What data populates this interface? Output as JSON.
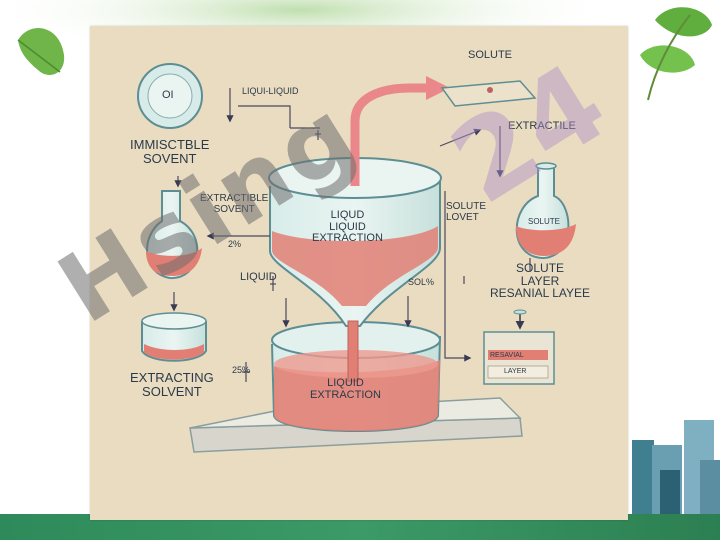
{
  "diagram": {
    "oil_flask_label": "OI",
    "liquid_liquid_top": "LIQUI-LIQUID",
    "solute_top": "SOLUTE",
    "extractile": "EXTRACTILE",
    "immiscible_solvent": "IMMISCTBLE\nSOVENT",
    "extractible_solvent": "EXTRACTIBLE\nSOVENT",
    "funnel_label": "LIQUD\nLIQUID\nEXTRACTION",
    "solute_lovet": "SOLUTE\nLOVET",
    "solute_flask": "SOLUTE",
    "solute_layer": "SOLUTE\nLAYER\nRESANIAL LAYEE",
    "percent_left": "2%",
    "liquid_label": "LIQUID",
    "sol_percent": "SOL%",
    "resavial": "RESAVIAL",
    "layer_small": "LAYER",
    "percent_mid": "25%",
    "extracting_solvent": "EXTRACTING\nSOLVENT",
    "beaker_label": "LIQUID\nEXTRACTION",
    "watermark_main": "Hsing",
    "watermark_purple": "24"
  },
  "colors": {
    "panel": "#eadcc0",
    "liquid": "#e27f74",
    "glass": "#cfe7e4",
    "glass_edge": "#5d8e94",
    "arrow": "#e9878a",
    "ink": "#2b3a4a"
  }
}
